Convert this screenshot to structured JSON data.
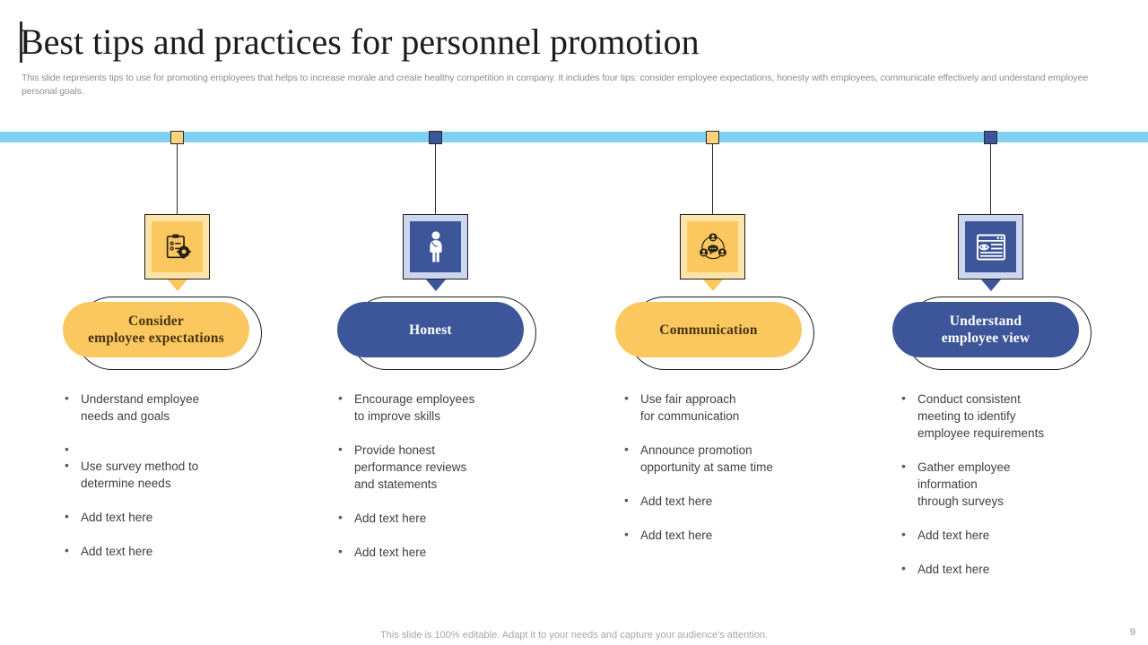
{
  "header": {
    "title": "Best tips and practices for personnel promotion",
    "subtitle": "This slide represents tips to use for promoting employees that helps to increase morale and create healthy competition in company. It includes four tips: consider employee expectations, honesty with employees, communicate effectively  and understand employee personal goals."
  },
  "colors": {
    "timeline_bar": "#7ed1f0",
    "yellow": "#fbc860",
    "yellow_light": "#fbe3a9",
    "blue": "#3d5699",
    "blue_light": "#ccd7ef",
    "text": "#3f3f3f",
    "muted": "#8d8d8d"
  },
  "columns": [
    {
      "theme": "yellow",
      "icon": "clipboard-checklist-gear-icon",
      "label": "Consider\nemployee expectations",
      "label_lines": [
        "Consider",
        "employee expectations"
      ],
      "bullets": [
        "Understand  employee\nneeds and goals",
        "",
        "Use survey  method to\ndetermine needs",
        "Add text here",
        "Add text here"
      ]
    },
    {
      "theme": "blue",
      "icon": "person-standing-icon",
      "label": "Honest",
      "label_lines": [
        "Honest"
      ],
      "bullets": [
        "Encourage employees\nto improve skills",
        "Provide honest\nperformance  reviews\nand statements",
        "Add text here",
        "Add text here"
      ]
    },
    {
      "theme": "yellow",
      "icon": "team-communication-network-icon",
      "label": "Communication",
      "label_lines": [
        "Communication"
      ],
      "bullets": [
        "Use fair approach\nfor communication",
        "Announce  promotion\nopportunity  at same time",
        "Add text here",
        "Add text here"
      ]
    },
    {
      "theme": "blue",
      "icon": "document-review-eye-icon",
      "label": "Understand\nemployee view",
      "label_lines": [
        "Understand",
        "employee view"
      ],
      "bullets": [
        "Conduct consistent\nmeeting to identify\nemployee requirements",
        "Gather employee\ninformation\nthrough  surveys",
        "Add text here",
        "Add text here"
      ]
    }
  ],
  "footer": {
    "note": "This slide is 100% editable. Adapt it to your needs and capture your audience's attention.",
    "page_number": "9"
  }
}
